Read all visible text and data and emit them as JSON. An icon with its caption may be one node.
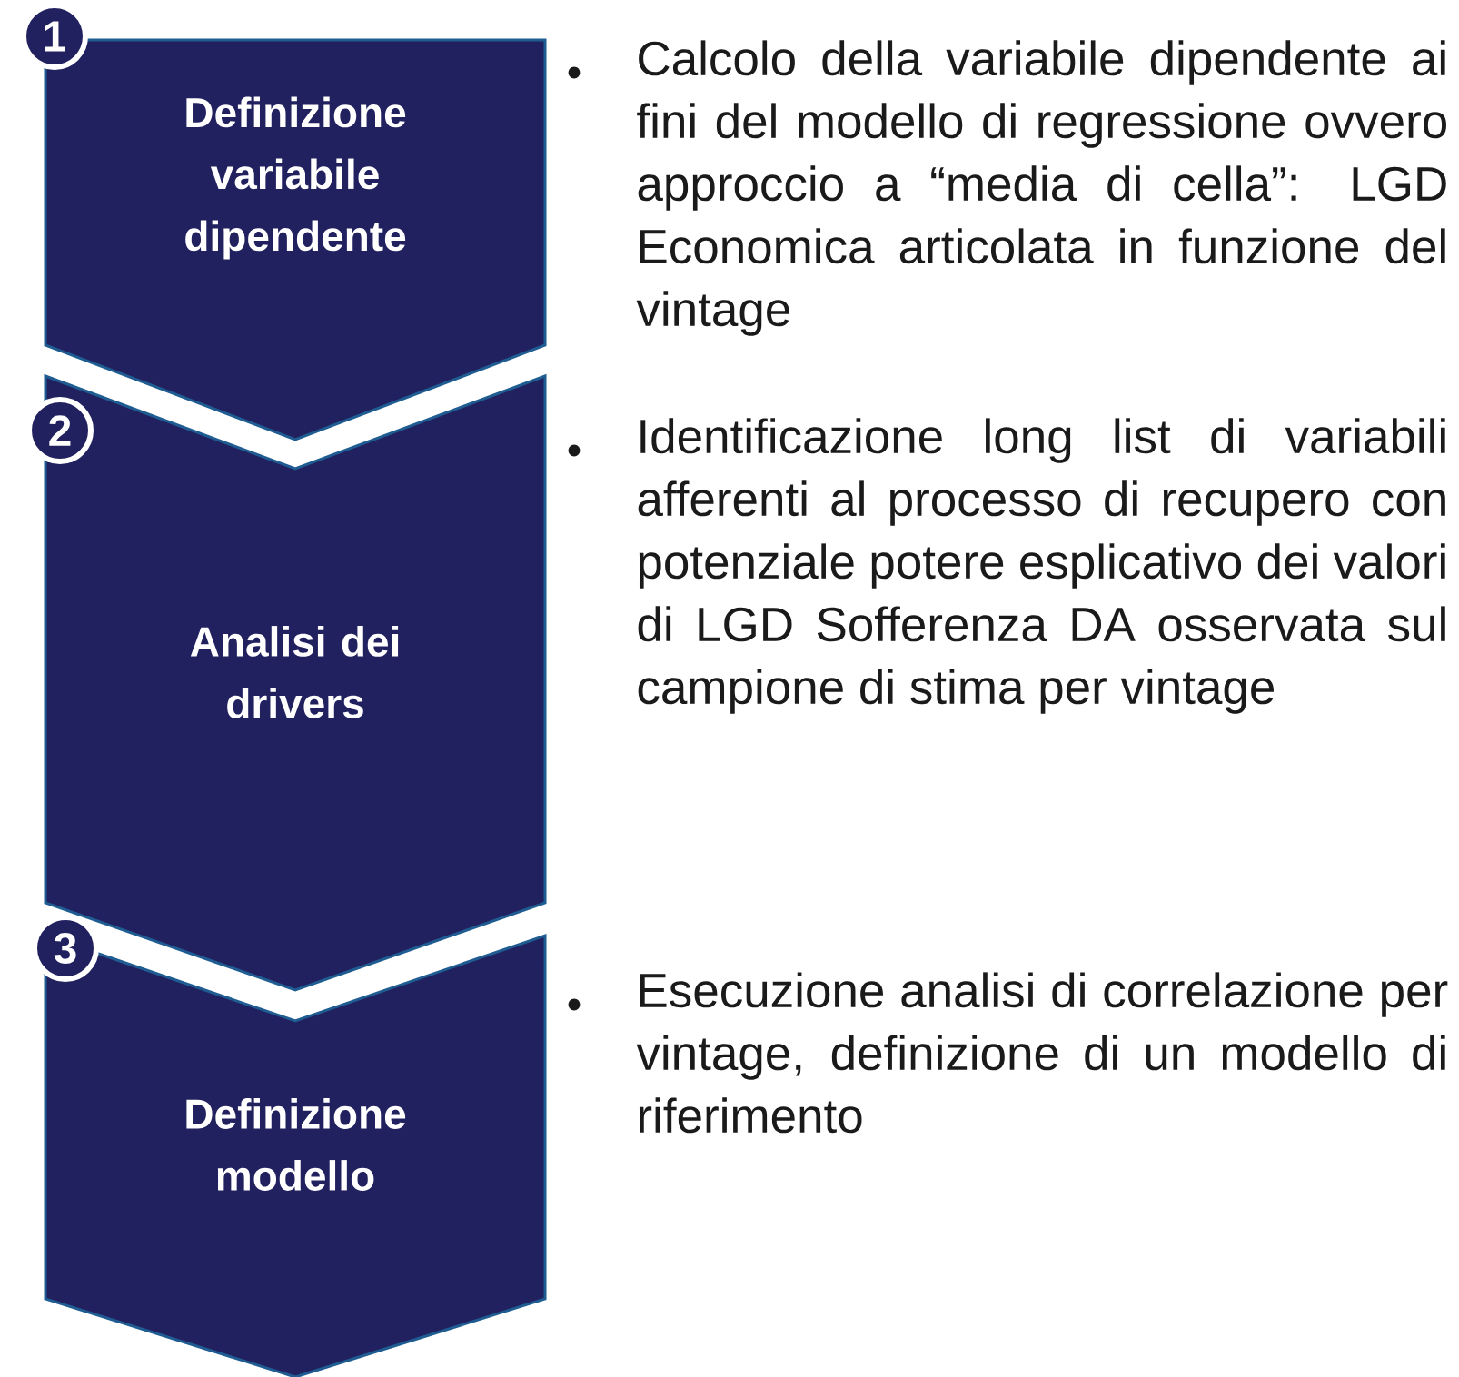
{
  "diagram": {
    "nodes": [
      {
        "text": [
          "1"
        ]
      },
      {
        "text": [
          "Definizione variabile dipendente"
        ],
        "beside": [
          "Calcolo della variabile dipendente ai fini del modello di regressione ovvero approccio a “media di cella”: LGD Economica articolata in funzione del vintage"
        ]
      },
      {
        "text": [
          "2"
        ]
      },
      {
        "text": [
          "Analisi dei drivers"
        ],
        "beside": [
          "Identificazione long list di variabili afferenti al processo di recupero con potenziale potere esplicativo dei valori di LGD Sofferenza DA osservata sul campione di stima per vintage"
        ]
      },
      {
        "text": [
          "3"
        ]
      },
      {
        "text": [
          "Definizione modello"
        ],
        "beside": [
          "Esecuzione analisi di correlazione per vintage, definizione di un modello di riferimento"
        ]
      }
    ]
  }
}
